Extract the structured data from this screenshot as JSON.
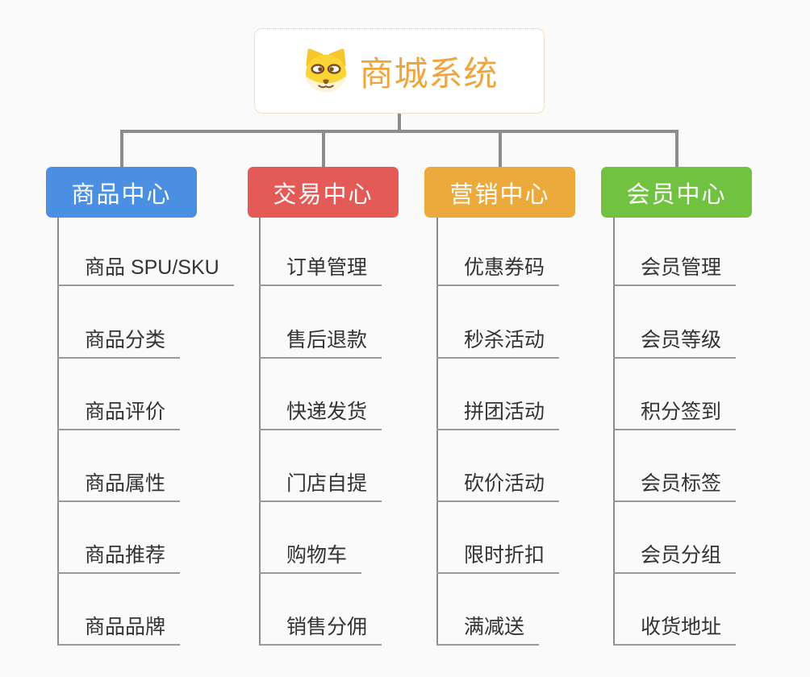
{
  "root": {
    "title": "商城系统",
    "icon": "dog-icon",
    "accent_color": "#EFA53E",
    "border_color": "#F2BC72"
  },
  "colors": {
    "connector": "#8C8C8C",
    "leaf_line": "#999999",
    "leaf_text": "#333333",
    "background": "#FAFAFA"
  },
  "branches": [
    {
      "label": "商品中心",
      "color": "#4A8FE2",
      "children": [
        "商品 SPU/SKU",
        "商品分类",
        "商品评价",
        "商品属性",
        "商品推荐",
        "商品品牌"
      ]
    },
    {
      "label": "交易中心",
      "color": "#E45A56",
      "children": [
        "订单管理",
        "售后退款",
        "快递发货",
        "门店自提",
        "购物车",
        "销售分佣"
      ]
    },
    {
      "label": "营销中心",
      "color": "#ECAA3D",
      "children": [
        "优惠券码",
        "秒杀活动",
        "拼团活动",
        "砍价活动",
        "限时折扣",
        "满减送"
      ]
    },
    {
      "label": "会员中心",
      "color": "#72C241",
      "children": [
        "会员管理",
        "会员等级",
        "积分签到",
        "会员标签",
        "会员分组",
        "收货地址"
      ]
    }
  ]
}
